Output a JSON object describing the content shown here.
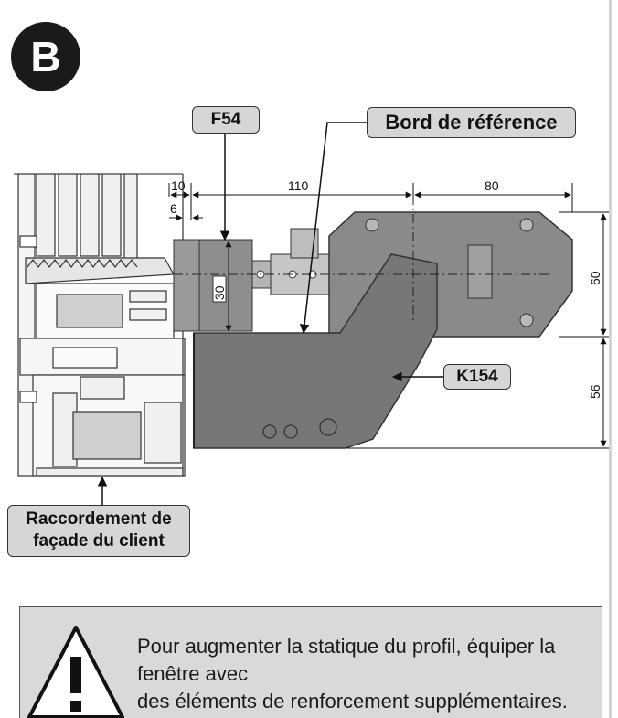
{
  "badge": {
    "letter": "B"
  },
  "callouts": {
    "f54": "F54",
    "reference_edge": "Bord de référence",
    "k154": "K154",
    "customer_connection": "Raccordement de\nfaçade du client"
  },
  "dimensions": {
    "d10": "10",
    "d6": "6",
    "d110": "110",
    "d80": "80",
    "d60": "60",
    "d30": "30",
    "d56": "56"
  },
  "note": {
    "text": "Pour augmenter la statique du profil, équiper la fenêtre avec\ndes éléments de renforcement supplémentaires."
  },
  "icons": {
    "warning": "warning-triangle-icon"
  },
  "colors": {
    "bracket_gray": "#777777",
    "plate_gray": "#8a8a8a",
    "callout_bg": "#d6d6d6",
    "note_bg": "#d9d9d9",
    "badge_bg": "#1a1a1a"
  }
}
